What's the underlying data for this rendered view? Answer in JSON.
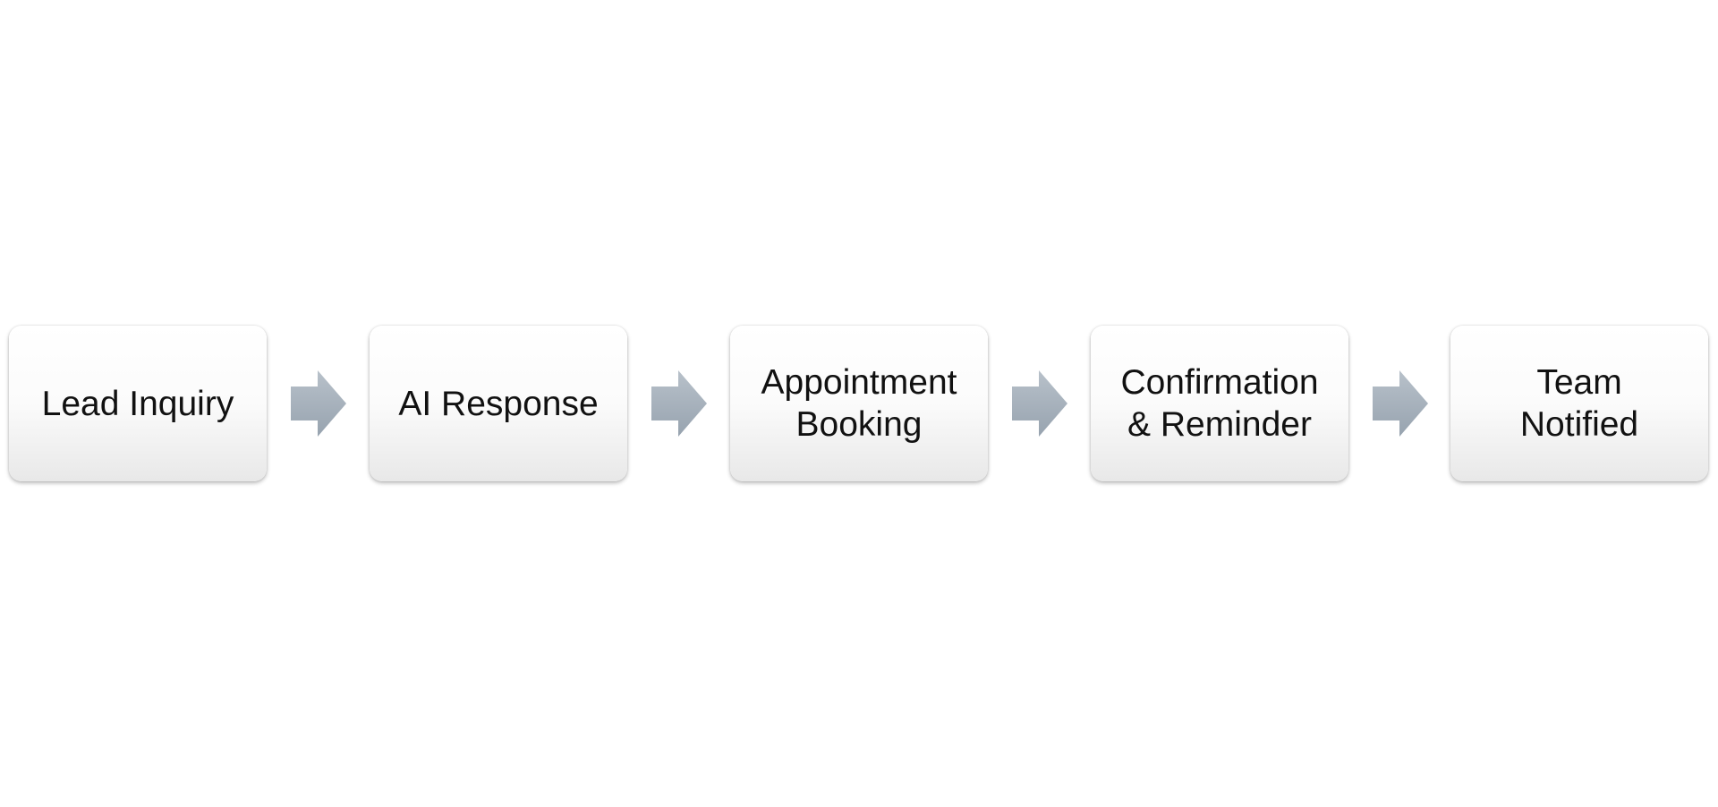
{
  "diagram": {
    "steps": [
      {
        "label": "Lead Inquiry"
      },
      {
        "label": "AI Response"
      },
      {
        "label": "Appointment Booking"
      },
      {
        "label": "Confirmation & Reminder"
      },
      {
        "label": "Team Notified"
      }
    ],
    "colors": {
      "box_top": "#ffffff",
      "box_bottom": "#e8e8e8",
      "arrow": "#a9b4bf",
      "text": "#111111"
    }
  }
}
